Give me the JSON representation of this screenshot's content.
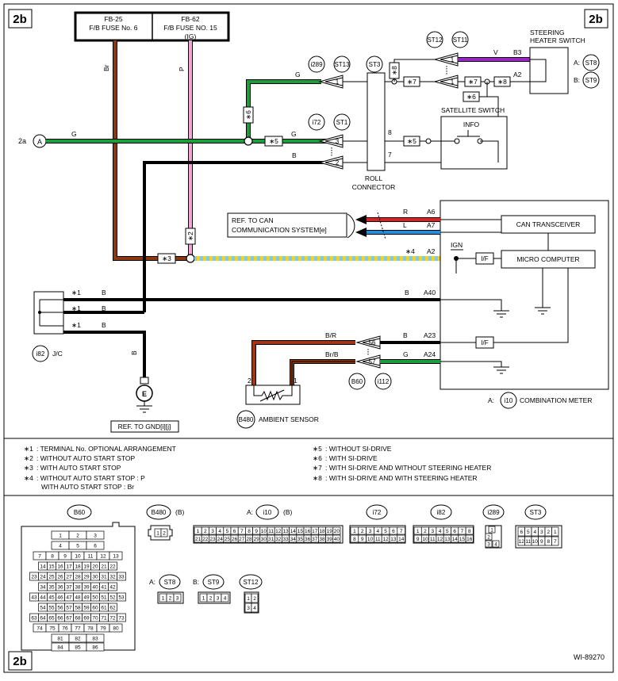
{
  "page": {
    "section_label": "2b",
    "figure_id": "WI-89270",
    "link_in": "2a",
    "link_in_letter": "A"
  },
  "fuses": [
    {
      "id": "FB-25",
      "name": "F/B FUSE No. 6",
      "sub": ""
    },
    {
      "id": "FB-62",
      "name": "F/B FUSE NO. 15",
      "sub": "(IG)"
    }
  ],
  "wire_colors": {
    "Br": "Br",
    "P": "P",
    "G": "G",
    "B": "B",
    "V": "V",
    "R": "R",
    "L": "L",
    "BR": "B/R",
    "BrB": "Br/B"
  },
  "connectors": {
    "i289": "i289",
    "ST13": "ST13",
    "ST3": "ST3",
    "i72": "i72",
    "ST1": "ST1",
    "ST12": "ST12",
    "ST11": "ST11",
    "ST8": "ST8",
    "ST9": "ST9",
    "i82": "i82",
    "B60": "B60",
    "i112": "i112",
    "B480": "B480",
    "i10": "i10"
  },
  "pins": {
    "p1a": "1",
    "p3": "3",
    "p2": "2",
    "p1b": "1",
    "p1c": "1",
    "p8": "8",
    "p7": "7",
    "B3": "B3",
    "A2": "A2",
    "A6": "A6",
    "A7": "A7",
    "A2m": "A2",
    "A40": "A40",
    "A23": "A23",
    "A24": "A24",
    "p56": "56",
    "p57": "57",
    "s2": "2",
    "s1": "1"
  },
  "markers": {
    "m1": "∗1",
    "m2": "∗2",
    "m3": "∗3",
    "m4": "∗4",
    "m5": "∗5",
    "m6": "∗6",
    "m7": "∗7",
    "m8": "∗8"
  },
  "components": {
    "roll_connector_1": "ROLL",
    "roll_connector_2": "CONNECTOR",
    "steering_heater_1": "STEERING",
    "steering_heater_2": "HEATER SWITCH",
    "satellite_switch": "SATELLITE SWITCH",
    "info": "INFO",
    "ref_can_1": "REF. TO CAN",
    "ref_can_2": "COMMUNICATION SYSTEM[e]",
    "can_transceiver": "CAN TRANSCEIVER",
    "micro_computer": "MICRO COMPUTER",
    "if_label": "I/F",
    "ign": "IGN",
    "jc": "J/C",
    "ground_letter": "E",
    "ref_gnd": "REF. TO GND[i][j]",
    "ambient_sensor": "AMBIENT SENSOR",
    "combination_meter": "COMBINATION METER",
    "a_prefix": "A:",
    "b_prefix": "B:"
  },
  "notes": [
    {
      "mark": "∗1",
      "text": ": TERMINAL No. OPTIONAL ARRANGEMENT"
    },
    {
      "mark": "∗2",
      "text": ": WITHOUT AUTO START STOP"
    },
    {
      "mark": "∗3",
      "text": ": WITH AUTO START STOP"
    },
    {
      "mark": "∗4",
      "text": ": WITHOUT AUTO START STOP  : P"
    },
    {
      "mark": "",
      "text": "WITH AUTO START STOP    : Br"
    },
    {
      "mark": "∗5",
      "text": ": WITHOUT SI-DRIVE"
    },
    {
      "mark": "∗6",
      "text": ": WITH SI-DRIVE"
    },
    {
      "mark": "∗7",
      "text": ": WITH SI-DRIVE AND WITHOUT STEERING HEATER"
    },
    {
      "mark": "∗8",
      "text": ": WITH SI-DRIVE AND WITH STEERING HEATER"
    }
  ],
  "legend_connectors": {
    "B60": {
      "title": "B60",
      "rows": [
        [
          "1",
          "2",
          "3"
        ],
        [
          "4",
          "5",
          "6"
        ],
        [
          "7",
          "8",
          "9",
          "10",
          "11",
          "12",
          "13"
        ],
        [
          "14",
          "15",
          "16",
          "17",
          "18",
          "19",
          "20",
          "21",
          "22"
        ],
        [
          "23",
          "24",
          "25",
          "26",
          "27",
          "28",
          "29",
          "30",
          "31",
          "32",
          "33"
        ],
        [
          "34",
          "35",
          "36",
          "37",
          "38",
          "39",
          "40",
          "41",
          "42"
        ],
        [
          "43",
          "44",
          "45",
          "46",
          "47",
          "48",
          "49",
          "50",
          "51",
          "52",
          "53"
        ],
        [
          "54",
          "55",
          "56",
          "57",
          "58",
          "59",
          "60",
          "61",
          "62"
        ],
        [
          "63",
          "64",
          "65",
          "66",
          "67",
          "68",
          "69",
          "70",
          "71",
          "72",
          "73"
        ],
        [
          "74",
          "75",
          "76",
          "77",
          "78",
          "79",
          "80"
        ],
        [
          "81",
          "82",
          "83"
        ],
        [
          "84",
          "85",
          "86"
        ]
      ]
    },
    "B480": {
      "title": "B480",
      "suffix": "(B)",
      "rows": [
        [
          "1",
          "2"
        ]
      ]
    },
    "i10": {
      "prefix": "A:",
      "title": "i10",
      "suffix": "(B)",
      "rows": [
        [
          "1",
          "2",
          "3",
          "4",
          "5",
          "6",
          "7",
          "8",
          "9",
          "10",
          "11",
          "12",
          "13",
          "14",
          "15",
          "16",
          "17",
          "18",
          "19",
          "20"
        ],
        [
          "21",
          "22",
          "23",
          "24",
          "25",
          "26",
          "27",
          "28",
          "29",
          "30",
          "31",
          "32",
          "33",
          "34",
          "35",
          "36",
          "37",
          "38",
          "39",
          "40"
        ]
      ]
    },
    "i72": {
      "title": "i72",
      "rows": [
        [
          "1",
          "2",
          "3",
          "4",
          "5",
          "6",
          "7"
        ],
        [
          "8",
          "9",
          "10",
          "11",
          "12",
          "13",
          "14"
        ]
      ]
    },
    "i82": {
      "title": "i82",
      "rows": [
        [
          "1",
          "2",
          "3",
          "4",
          "5",
          "6",
          "7",
          "8"
        ],
        [
          "9",
          "10",
          "11",
          "12",
          "13",
          "14",
          "15",
          "16"
        ]
      ]
    },
    "i289": {
      "title": "i289",
      "rows": [
        [
          "1"
        ],
        [
          "2"
        ],
        [
          "3",
          "4"
        ]
      ]
    },
    "ST3": {
      "title": "ST3",
      "rows": [
        [
          "6",
          "5",
          "4",
          "3",
          "2",
          "1"
        ],
        [
          "12",
          "11",
          "10",
          "9",
          "8",
          "7"
        ]
      ]
    },
    "ST8": {
      "prefix": "A:",
      "title": "ST8",
      "rows": [
        [
          "1",
          "2",
          "3"
        ]
      ]
    },
    "ST9": {
      "prefix": "B:",
      "title": "ST9",
      "rows": [
        [
          "1",
          "2",
          "3",
          "4"
        ]
      ]
    },
    "ST12": {
      "title": "ST12",
      "rows": [
        [
          "1",
          "2"
        ],
        [
          "3",
          "4"
        ]
      ]
    }
  },
  "colors": {
    "brown": "#8B3A0F",
    "pink": "#F2A6D8",
    "green": "#1E9E3A",
    "black": "#000000",
    "violet": "#A020D0",
    "red": "#E02020",
    "blue": "#1E90E0",
    "yellow": "#F2D21A",
    "light_blue": "#7EC8F0"
  }
}
